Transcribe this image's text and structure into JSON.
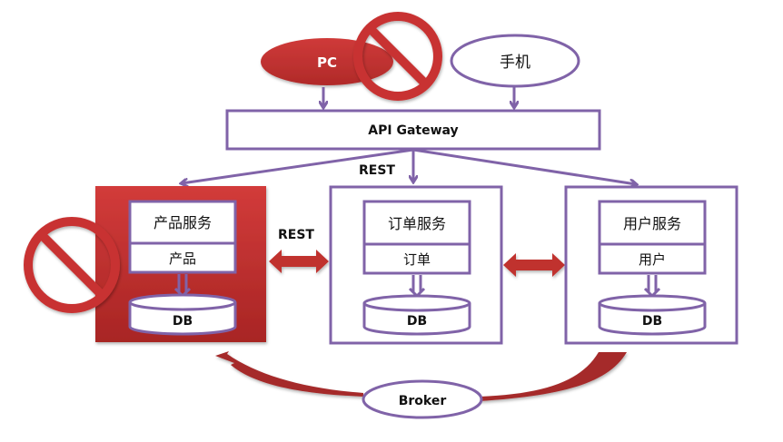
{
  "diagram": {
    "clients": {
      "pc": {
        "label": "PC",
        "status": "blocked"
      },
      "mobile": {
        "label": "手机"
      }
    },
    "gateway": {
      "label": "API Gateway",
      "protocol_label": "REST"
    },
    "services": [
      {
        "title": "产品服务",
        "entity": "产品",
        "db": "DB",
        "status": "blocked"
      },
      {
        "title": "订单服务",
        "entity": "订单",
        "db": "DB"
      },
      {
        "title": "用户服务",
        "entity": "用户",
        "db": "DB"
      }
    ],
    "inter_service_label": "REST",
    "broker": {
      "label": "Broker"
    },
    "colors": {
      "primary_line": "#8063a8",
      "blocked_red": "#c0302f",
      "dark_red": "#a52a2a"
    },
    "icons": {
      "blocked": "prohibited-sign"
    }
  }
}
